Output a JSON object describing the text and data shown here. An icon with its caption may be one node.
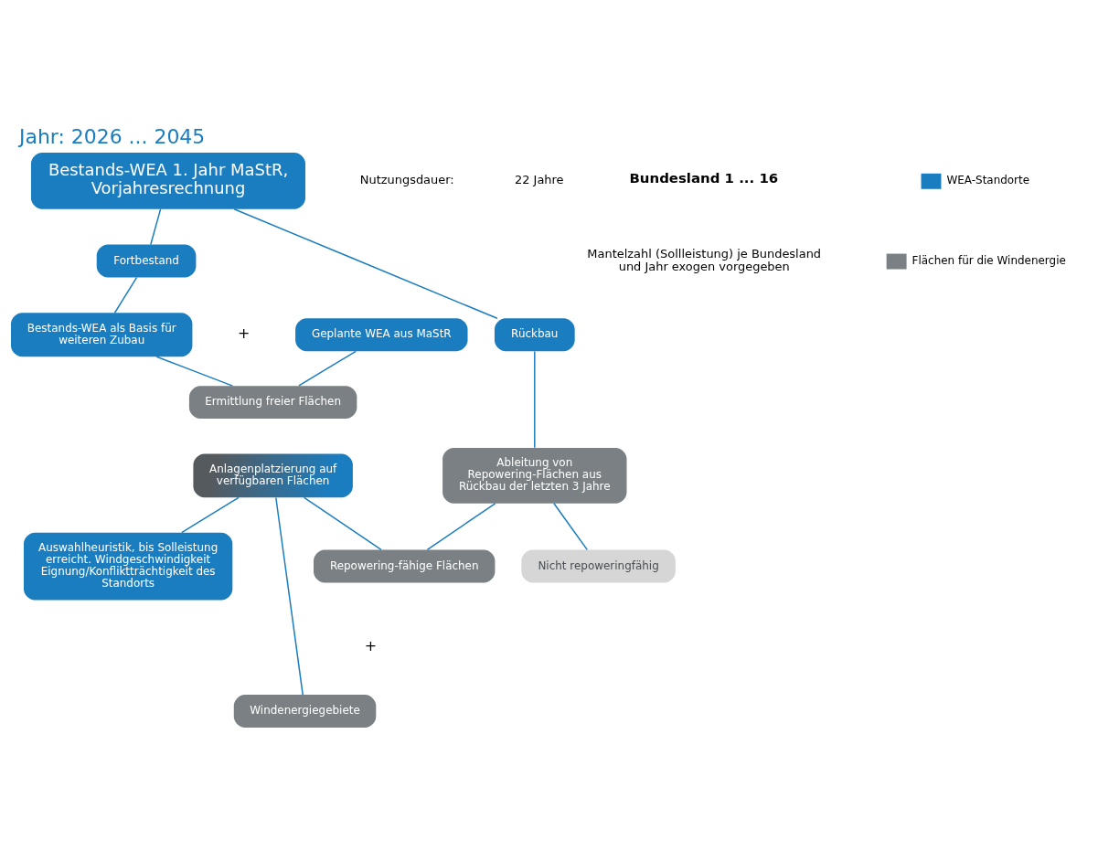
{
  "diagram": {
    "title": "Jahr: 2026 ... 2045",
    "nodes": [
      {
        "text": [
          "Bestands-WEA 1. Jahr MaStR, Vorjahresrechnung"
        ]
      },
      {
        "text": [
          "Fortbestand"
        ]
      },
      {
        "text": [
          "Rückbau"
        ]
      },
      {
        "text": [
          "Bestands-WEA als Basis für weiteren Zubau"
        ]
      },
      {
        "text": [
          "Geplante WEA aus MaStR"
        ]
      },
      {
        "text": [
          "Ableitung von Repowering-Flächen aus Rückbau der letzten 3 Jahre"
        ]
      },
      {
        "text": [
          "Ermittlung freier Flächen"
        ]
      },
      {
        "text": [
          "Repowering-fähige Flächen"
        ]
      },
      {
        "text": [
          "Nicht repoweringfähig"
        ]
      },
      {
        "text": [
          "Anlagenplatzierung auf verfügbaren Flächen"
        ]
      },
      {
        "text": [
          "Windenergiegebiete"
        ]
      },
      {
        "text": [
          "Auswahlheuristik, bis Solleistung erreicht. Windgeschwindigkeit Eignung/Konfliktträchtigkeit des Standorts"
        ]
      }
    ],
    "edges": [
      {
        "from": 0,
        "to": 1,
        "arrow": "none"
      },
      {
        "from": 0,
        "to": 2,
        "arrow": "none"
      },
      {
        "from": 1,
        "to": 3,
        "arrow": "none"
      },
      {
        "from": 2,
        "to": 5,
        "arrow": "none"
      },
      {
        "from": 3,
        "to": 6,
        "arrow": "none"
      },
      {
        "from": 4,
        "to": 6,
        "arrow": "none"
      },
      {
        "from": 5,
        "to": 7,
        "arrow": "none"
      },
      {
        "from": 5,
        "to": 8,
        "arrow": "none"
      },
      {
        "from": 9,
        "to": 7,
        "arrow": "none"
      },
      {
        "from": 9,
        "to": 10,
        "arrow": "none"
      },
      {
        "from": 9,
        "to": 11,
        "arrow": "none"
      }
    ],
    "labels": [
      "Nutzungsdauer:",
      "22 Jahre",
      "Bundesland 1 ... 16",
      "Mantelzahl (Sollleistung) je Bundesland und Jahr exogen vorgegeben",
      "+",
      "+"
    ],
    "legend": [
      {
        "text": "WEA-Standorte",
        "color": "#1a7dc0"
      },
      {
        "text": "Flächen für die Windenergie",
        "color": "#7a8084"
      }
    ]
  }
}
